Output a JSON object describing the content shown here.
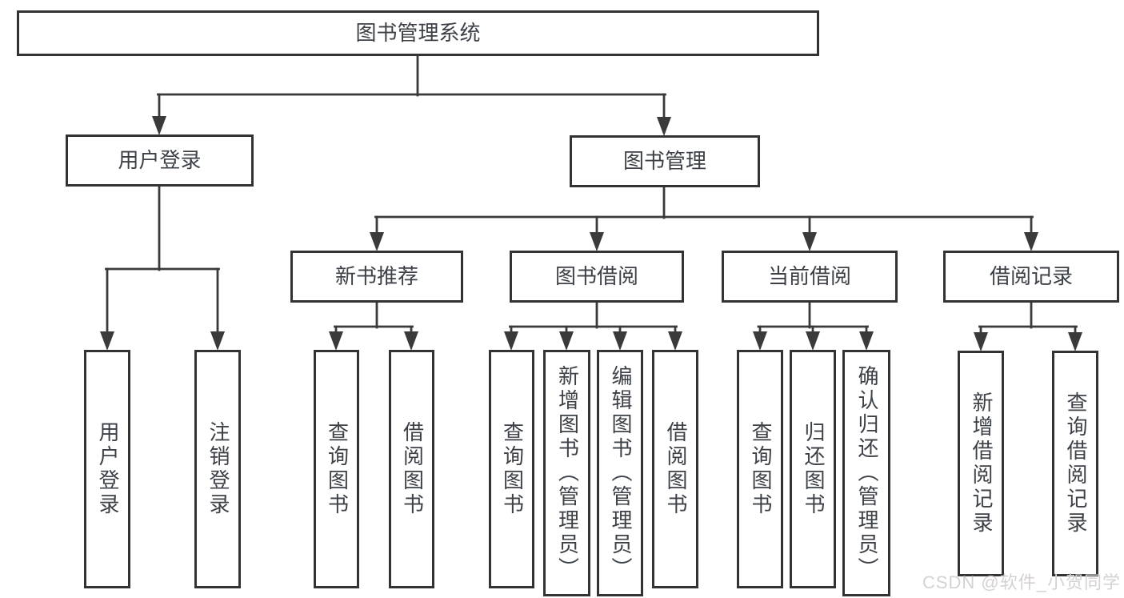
{
  "tree": {
    "label": "图书管理系统",
    "children": [
      {
        "label": "用户登录",
        "children": [
          {
            "label": "用户登录"
          },
          {
            "label": "注销登录"
          }
        ]
      },
      {
        "label": "图书管理",
        "children": [
          {
            "label": "新书推荐",
            "children": [
              {
                "label": "查询图书"
              },
              {
                "label": "借阅图书"
              }
            ]
          },
          {
            "label": "图书借阅",
            "children": [
              {
                "label": "查询图书"
              },
              {
                "label": "新增图书（管理员）"
              },
              {
                "label": "编辑图书（管理员）"
              },
              {
                "label": "借阅图书"
              }
            ]
          },
          {
            "label": "当前借阅",
            "children": [
              {
                "label": "查询图书"
              },
              {
                "label": "归还图书"
              },
              {
                "label": "确认归还（管理员）"
              }
            ]
          },
          {
            "label": "借阅记录",
            "children": [
              {
                "label": "新增借阅记录"
              },
              {
                "label": "查询借阅记录"
              }
            ]
          }
        ]
      }
    ]
  },
  "watermark": {
    "text": "CSDN @软件_小贺同学"
  },
  "colors": {
    "line": "#3a3a3a",
    "box_border": "#333333",
    "text": "#3c4148",
    "watermark": "#d6d1d1",
    "background": "#ffffff"
  }
}
